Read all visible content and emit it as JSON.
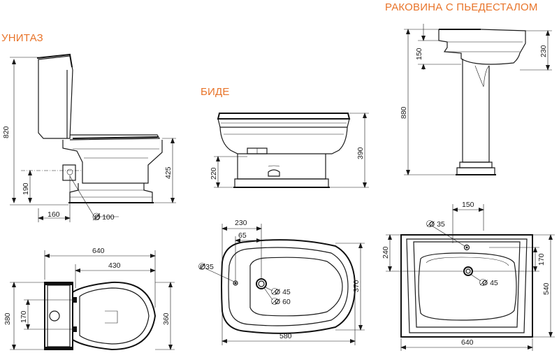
{
  "titles": {
    "toilet": "УНИТАЗ",
    "bidet": "БИДЕ",
    "basin": "РАКОВИНА С ПЬЕДЕСТАЛОМ"
  },
  "toilet_side": {
    "height_total": "820",
    "height_seat": "425",
    "height_outlet": "190",
    "outlet_offset": "160",
    "outlet_diameter": "Ø 100"
  },
  "toilet_top": {
    "length_total": "640",
    "length_bowl": "430",
    "width_tank": "380",
    "width_bowl": "360",
    "fixing_spacing": "170"
  },
  "bidet_side": {
    "height_total": "390",
    "height_outlet": "220"
  },
  "bidet_top": {
    "dim_230": "230",
    "dim_65": "65",
    "tap_hole": "Ø35",
    "drain_inner": "Ø 45",
    "drain_outer": "Ø 60",
    "width": "370",
    "length": "580"
  },
  "basin_side": {
    "height_total": "880",
    "height_basin": "230",
    "height_top": "150"
  },
  "basin_top": {
    "dim_150": "150",
    "tap_hole": "Ø 35",
    "depth_240": "240",
    "dim_170": "170",
    "drain": "Ø 45",
    "depth_total": "540",
    "width_total": "640"
  }
}
